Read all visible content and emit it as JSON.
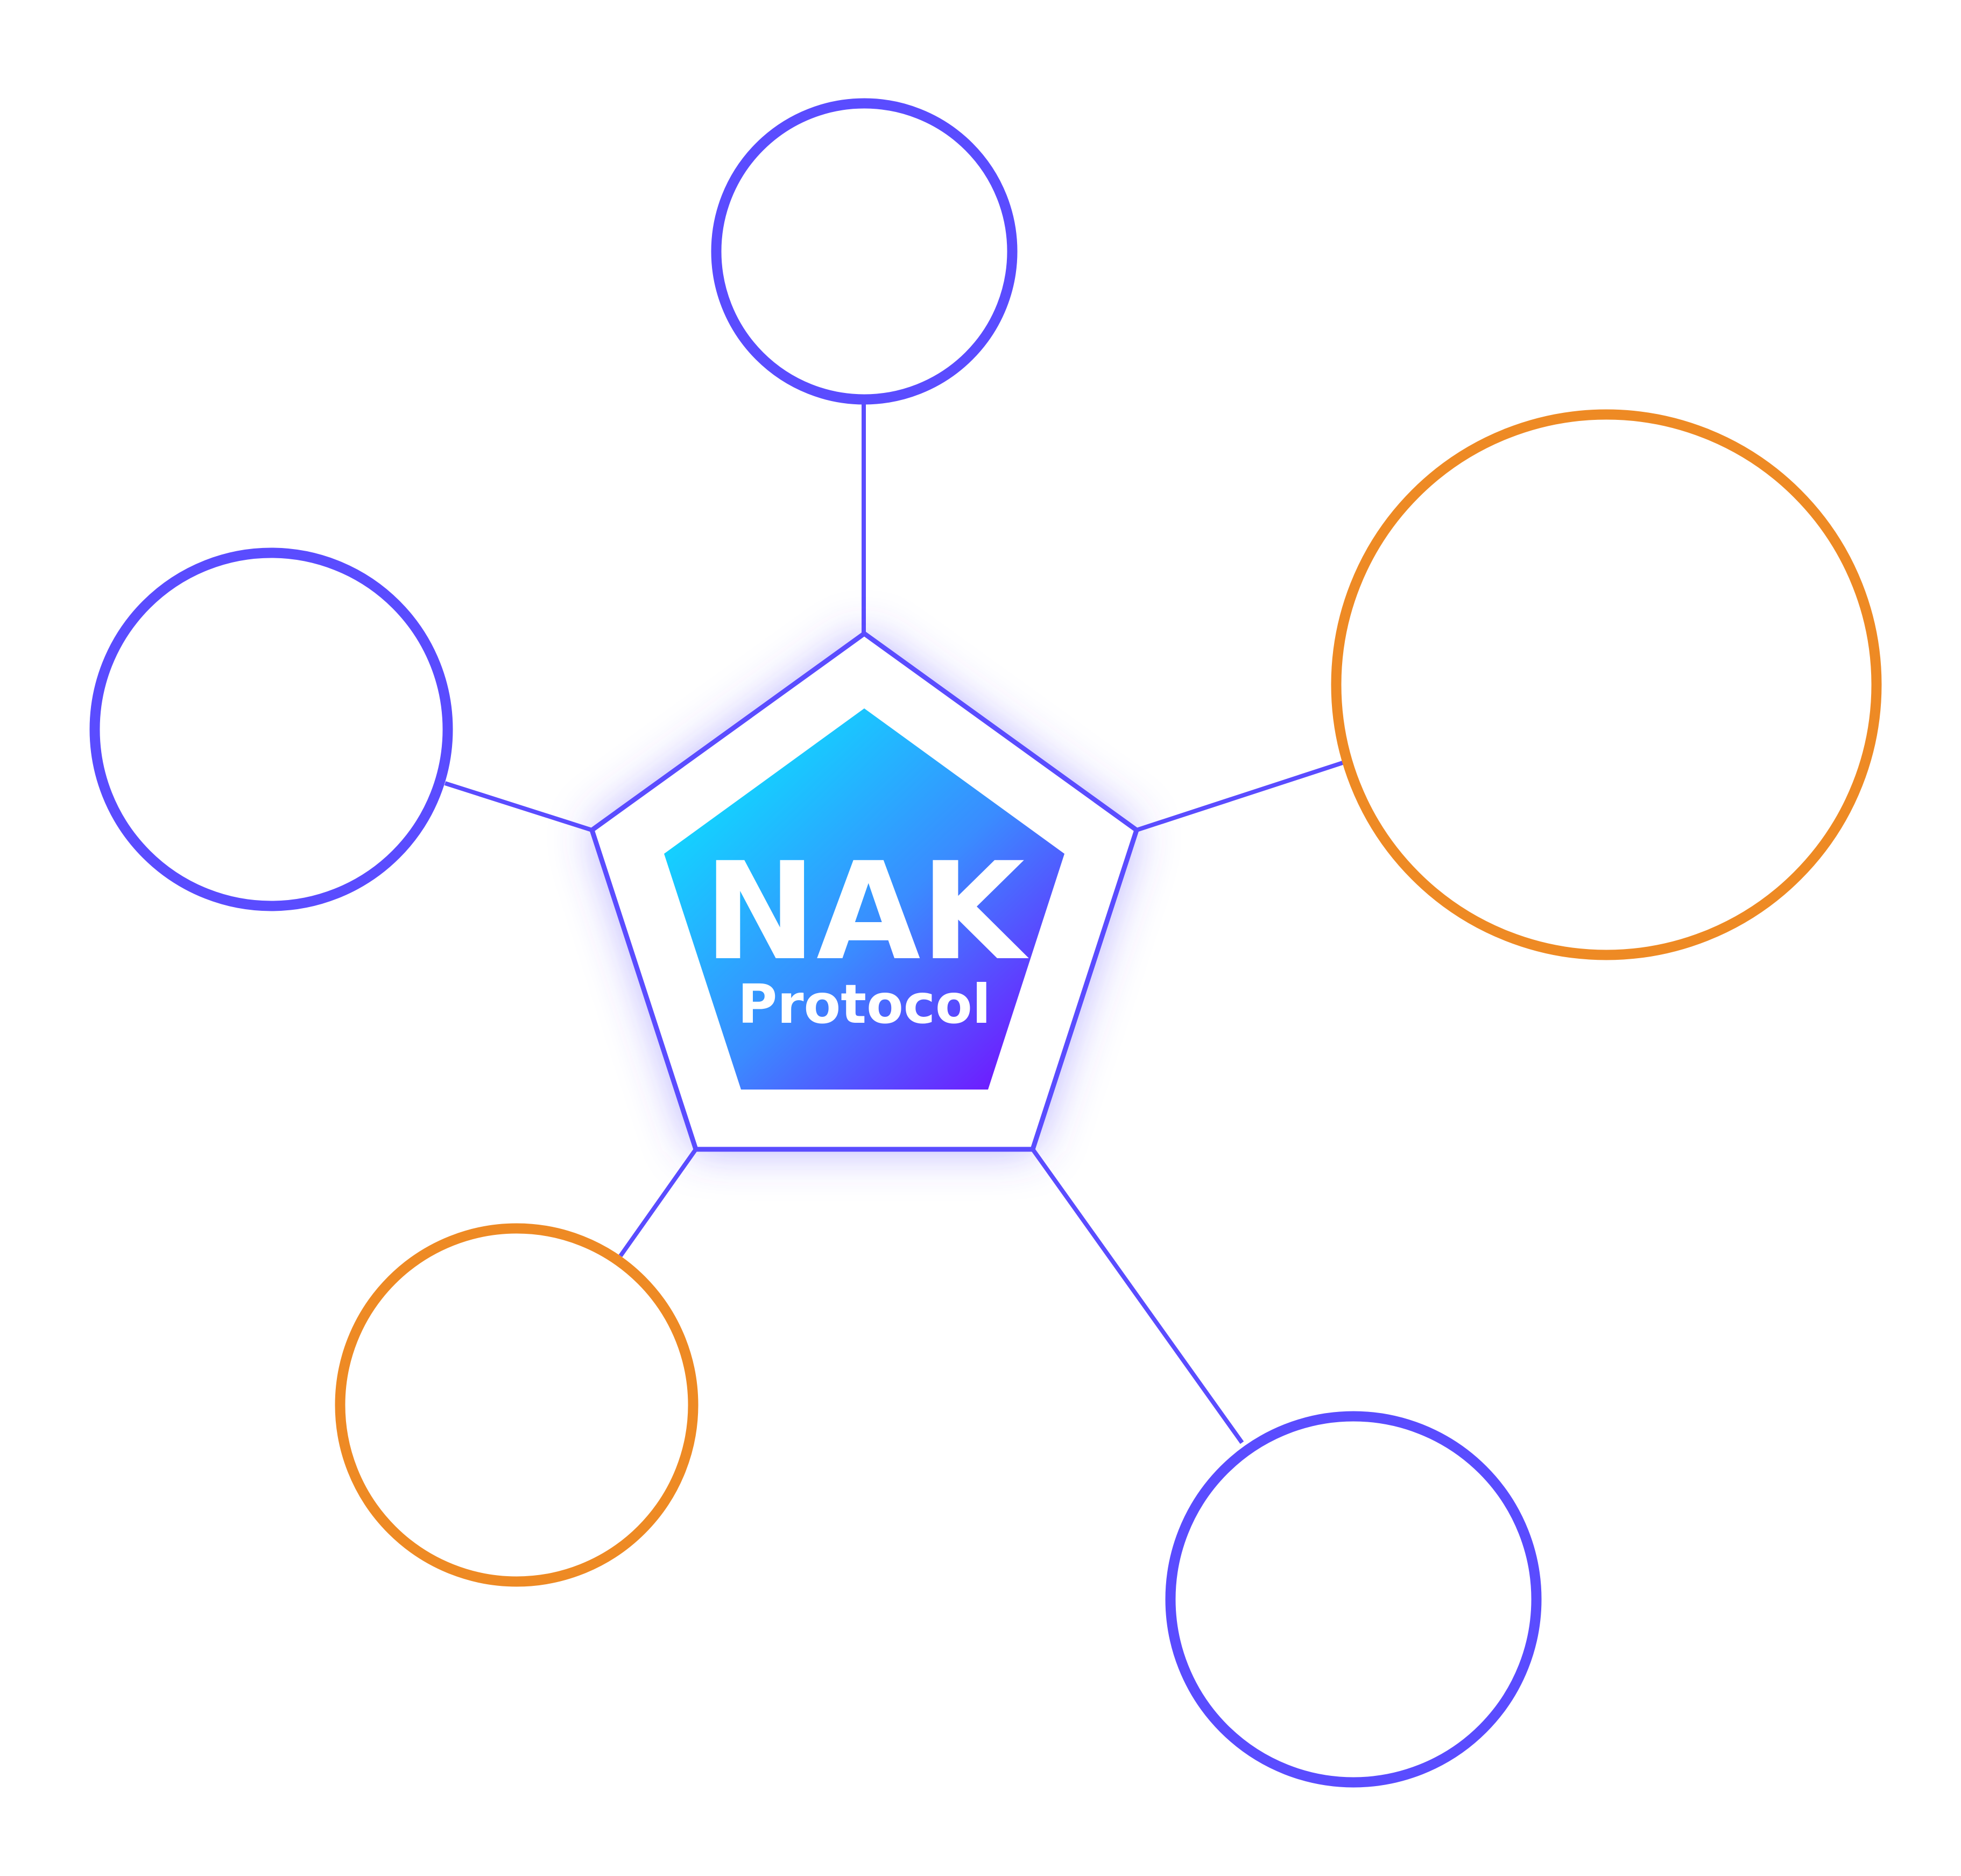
{
  "hub": {
    "title": "NAK",
    "subtitle": "Protocol",
    "gradient_start": "#00f5ff",
    "gradient_mid": "#3a8cff",
    "gradient_end": "#7b00ff",
    "outline_color": "#5a4cff",
    "glow_color": "#5a4cff"
  },
  "connector_color": "#5a4cff",
  "nodes": [
    {
      "id": "top",
      "color": "#5a4cff"
    },
    {
      "id": "right",
      "color": "#ee8a24"
    },
    {
      "id": "left",
      "color": "#5a4cff"
    },
    {
      "id": "bottom-left",
      "color": "#ee8a24"
    },
    {
      "id": "bottom-right",
      "color": "#5a4cff"
    }
  ]
}
